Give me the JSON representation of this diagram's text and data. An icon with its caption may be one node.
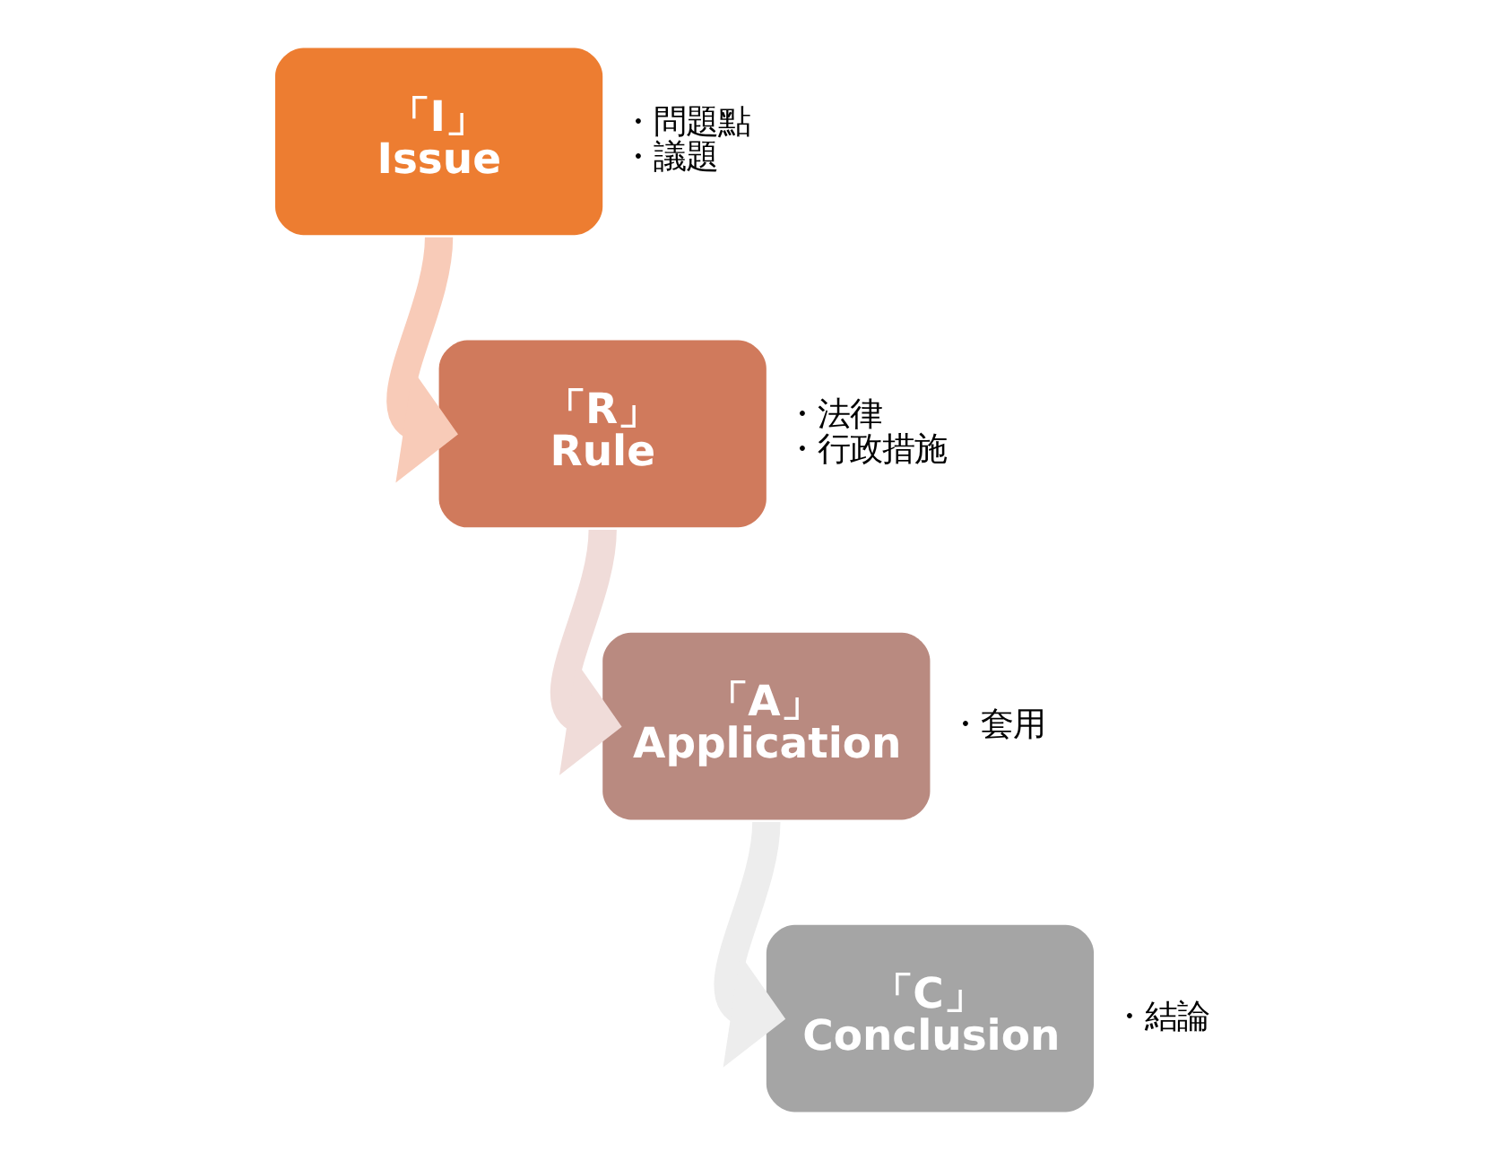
{
  "diagram": {
    "nodes": [
      {
        "text": [
          "「I」",
          "Issue"
        ],
        "beside": [
          "・問題點",
          "・議題"
        ]
      },
      {
        "text": [
          "「R」",
          "Rule"
        ],
        "beside": [
          "・法律",
          "・行政措施"
        ]
      },
      {
        "text": [
          "「A」",
          "Application"
        ],
        "beside": [
          "・套用"
        ]
      },
      {
        "text": [
          "「C」",
          "Conclusion"
        ],
        "beside": [
          "・結論"
        ]
      }
    ],
    "edges": [
      {
        "from": 0,
        "to": 1,
        "arrow": "to",
        "color": "#f8cbb8"
      },
      {
        "from": 1,
        "to": 2,
        "arrow": "to",
        "color": "#f0dcd9"
      },
      {
        "from": 2,
        "to": 3,
        "arrow": "to",
        "color": "#ededed"
      }
    ]
  }
}
